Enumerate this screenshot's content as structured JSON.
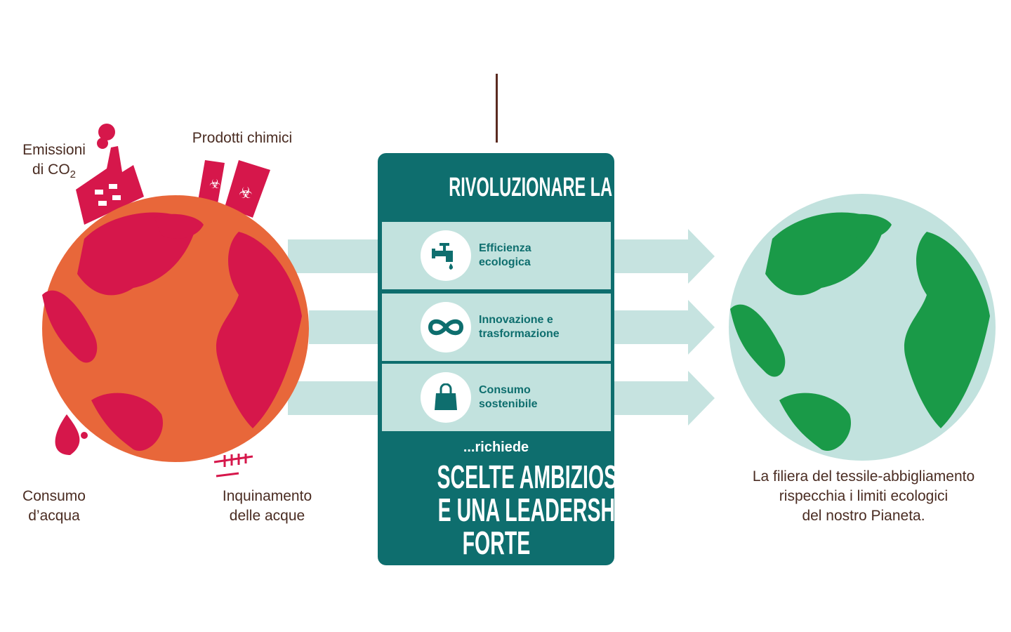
{
  "left_labels": {
    "emissions_line1": "Emissioni",
    "emissions_line2": "di CO",
    "emissions_sub": "2",
    "chemicals": "Prodotti chimici",
    "water_line1": "Consumo",
    "water_line2": "d’acqua",
    "pollution_line1": "Inquinamento",
    "pollution_line2": "delle acque"
  },
  "panel": {
    "title": "RIVOLUZIONARE LA MODA...",
    "items": [
      {
        "icon": "faucet-icon",
        "line1": "Efficienza",
        "line2": "ecologica"
      },
      {
        "icon": "infinity-icon",
        "line1": "Innovazione e",
        "line2": "trasformazione"
      },
      {
        "icon": "shopping-bag-icon",
        "line1": "Consumo",
        "line2": "sostenibile"
      }
    ],
    "requires": "...richiede",
    "big_line1": "SCELTE AMBIZIOSE",
    "big_line2": "E UNA LEADERSHIP",
    "big_line3": "FORTE"
  },
  "right_label": {
    "line1": "La filiera del tessile-abbigliamento",
    "line2": "rispecchia i limiti ecologici",
    "line3": "del nostro Pianeta."
  },
  "colors": {
    "teal": "#0e6e6e",
    "light": "#c2e2de",
    "orange": "#e8673a",
    "red": "#d6174b",
    "green": "#1a9a48",
    "text": "#4a2c22"
  }
}
